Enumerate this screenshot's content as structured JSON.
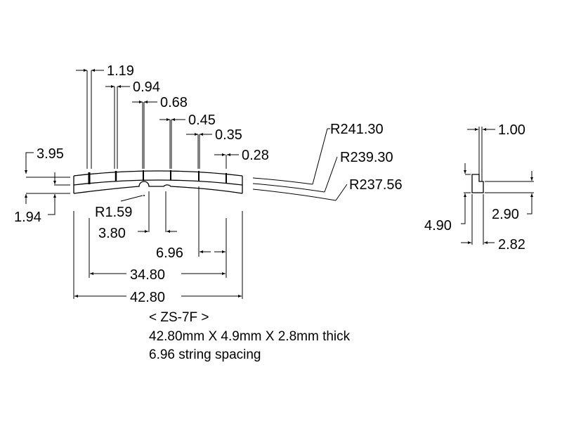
{
  "drawing": {
    "slot_widths": [
      "1.19",
      "0.94",
      "0.68",
      "0.45",
      "0.35",
      "0.28"
    ],
    "dims": {
      "top_height": "3.95",
      "slot_depth": "1.94",
      "notch_radius": "R1.59",
      "notch_width": "3.80",
      "string_spacing": "6.96",
      "outer_strings": "34.80",
      "overall_length": "42.80"
    },
    "radii": [
      "R241.30",
      "R239.30",
      "R237.56"
    ],
    "profile": {
      "top_width": "1.00",
      "step_height": "2.90",
      "total_height": "4.90",
      "thickness": "2.82"
    },
    "caption": {
      "model": "< ZS-7F >",
      "size": "42.80mm X 4.9mm X 2.8mm thick",
      "spacing": "6.96 string spacing"
    }
  }
}
